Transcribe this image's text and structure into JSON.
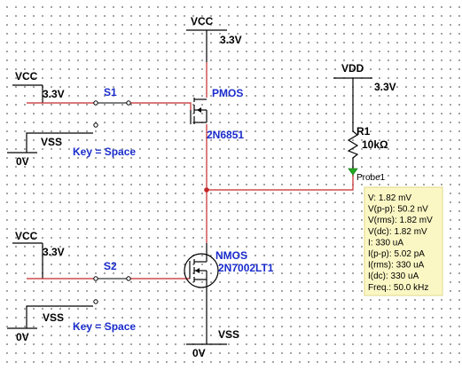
{
  "colors": {
    "wire_red": "#c42828",
    "wire_black": "#000000",
    "label_blue": "#1a2ccc",
    "probe_green": "#22aa22",
    "probe_bg": "#fbf7c4"
  },
  "supplies": {
    "vcc_top": {
      "name": "VCC",
      "value": "3.3V"
    },
    "vdd": {
      "name": "VDD",
      "value": "3.3V"
    },
    "vcc_s1": {
      "name": "VCC",
      "value": "3.3V"
    },
    "vss_s1": {
      "name": "VSS",
      "value": "0V"
    },
    "vcc_s2": {
      "name": "VCC",
      "value": "3.3V"
    },
    "vss_s2": {
      "name": "VSS",
      "value": "0V"
    },
    "vss_bottom": {
      "name": "VSS",
      "value": "0V"
    }
  },
  "switches": {
    "s1": {
      "name": "S1",
      "key": "Key = Space"
    },
    "s2": {
      "name": "S2",
      "key": "Key = Space"
    }
  },
  "transistors": {
    "pmos": {
      "type": "PMOS",
      "model": "2N6851"
    },
    "nmos": {
      "type": "NMOS",
      "model": "2N7002LT1"
    }
  },
  "resistor": {
    "name": "R1",
    "value": "10kΩ"
  },
  "probe": {
    "name": "Probe1",
    "readings": [
      "V: 1.82 mV",
      "V(p-p): 50.2 nV",
      "V(rms): 1.82 mV",
      "V(dc): 1.82 mV",
      "I: 330 uA",
      "I(p-p): 5.02 pA",
      "I(rms): 330 uA",
      "I(dc): 330 uA",
      "Freq.: 50.0 kHz"
    ]
  }
}
